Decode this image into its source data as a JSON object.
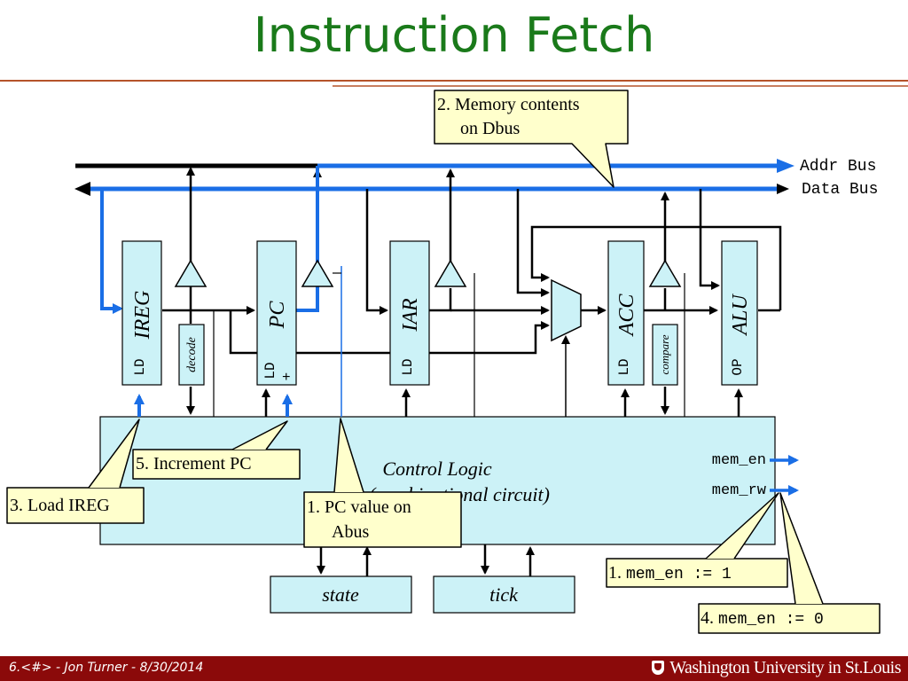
{
  "title": "Instruction Fetch",
  "buses": {
    "addr": "Addr Bus",
    "data": "Data Bus"
  },
  "registers": {
    "ireg": {
      "name": "IREG",
      "ctrl": "LD"
    },
    "pc": {
      "name": "PC",
      "ctrl1": "LD",
      "ctrl2": "+"
    },
    "iar": {
      "name": "IAR",
      "ctrl": "LD"
    },
    "acc": {
      "name": "ACC",
      "ctrl": "LD"
    },
    "alu": {
      "name": "ALU",
      "ctrl": "OP"
    }
  },
  "blocks": {
    "decode": "decode",
    "compare": "compare",
    "control_line1": "Control Logic",
    "control_line2": "(combinational circuit)",
    "state": "state",
    "tick": "tick"
  },
  "signals": {
    "mem_en": "mem_en",
    "mem_rw": "mem_rw"
  },
  "callouts": {
    "memory_l1": "2. Memory contents",
    "memory_l2": "on Dbus",
    "increment": "5. Increment PC",
    "load_ireg": "3. Load IREG",
    "pc_value_l1": "1. PC value on",
    "pc_value_l2": "Abus",
    "mem_en1_num": "1.",
    "mem_en1_code": "mem_en := 1",
    "mem_en0_num": "4.",
    "mem_en0_code": "mem_en := 0"
  },
  "colors": {
    "title": "#1a7a1a",
    "highlight": "#1a6ee6",
    "box_fill": "#ccf2f7",
    "callout_fill": "#ffffcc",
    "footer": "#8b0a0a"
  },
  "footer": {
    "left": "6.<#> - Jon Turner - 8/30/2014",
    "right": "Washington University in St.Louis"
  }
}
